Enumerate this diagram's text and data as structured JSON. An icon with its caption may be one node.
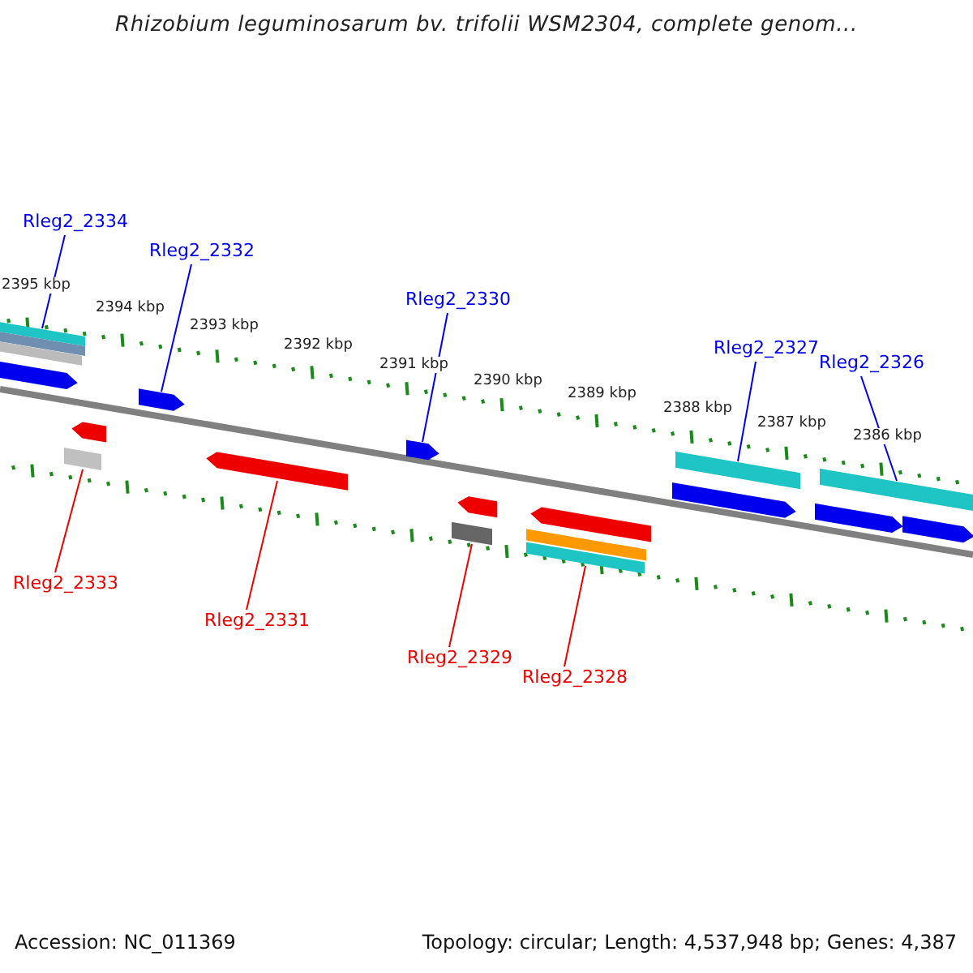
{
  "diagram": {
    "title": "Rhizobium leguminosarum bv. trifolii WSM2304, complete genom...",
    "nodes": [
      {
        "text": [
          "Rleg2_2334"
        ]
      },
      {
        "text": [
          "Rleg2_2332"
        ]
      },
      {
        "text": [
          "Rleg2_2330"
        ]
      },
      {
        "text": [
          "Rleg2_2327"
        ]
      },
      {
        "text": [
          "Rleg2_2326"
        ]
      },
      {
        "text": [
          "Rleg2_2333"
        ]
      },
      {
        "text": [
          "Rleg2_2331"
        ]
      },
      {
        "text": [
          "Rleg2_2329"
        ]
      },
      {
        "text": [
          "Rleg2_2328"
        ]
      },
      {
        "text": [],
        "shape": "bar"
      },
      {
        "text": [],
        "shape": "bar"
      },
      {
        "text": [],
        "shape": "bar"
      },
      {
        "text": [],
        "shape": "arrow"
      },
      {
        "text": [],
        "shape": "arrow"
      },
      {
        "text": [],
        "shape": "arrow"
      },
      {
        "text": [],
        "shape": "bar"
      },
      {
        "text": [],
        "shape": "arrow"
      },
      {
        "text": [],
        "shape": "bar"
      },
      {
        "text": [],
        "shape": "arrow"
      },
      {
        "text": [],
        "shape": "arrow"
      },
      {
        "text": [],
        "shape": "arrow"
      },
      {
        "text": [],
        "shape": "bar"
      },
      {
        "text": [],
        "shape": "arrow"
      },
      {
        "text": [],
        "shape": "arrow"
      },
      {
        "text": [],
        "shape": "bar"
      },
      {
        "text": [],
        "shape": "arrow"
      },
      {
        "text": [],
        "shape": "bar"
      },
      {
        "text": [],
        "shape": "bar"
      }
    ],
    "edges": [
      {
        "from": 0,
        "to": 9,
        "arrow": "none"
      },
      {
        "from": 1,
        "to": 13,
        "arrow": "none"
      },
      {
        "from": 2,
        "to": 14,
        "arrow": "none"
      },
      {
        "from": 3,
        "to": 15,
        "arrow": "none"
      },
      {
        "from": 4,
        "to": 17,
        "arrow": "none"
      },
      {
        "from": 5,
        "to": 21,
        "arrow": "none",
        "color": "#ee0000"
      },
      {
        "from": 6,
        "to": 22,
        "arrow": "none",
        "color": "#ee0000"
      },
      {
        "from": 7,
        "to": 24,
        "arrow": "none",
        "color": "#ee0000"
      },
      {
        "from": 8,
        "to": 27,
        "arrow": "none",
        "color": "#ee0000"
      }
    ],
    "labels": [
      "2395 kbp",
      "2394 kbp",
      "2393 kbp",
      "2392 kbp",
      "2391 kbp",
      "2390 kbp",
      "2389 kbp",
      "2388 kbp",
      "2387 kbp",
      "2386 kbp",
      "Accession: NC_011369",
      "Topology: circular; Length: 4,537,948 bp; Genes: 4,387"
    ]
  }
}
